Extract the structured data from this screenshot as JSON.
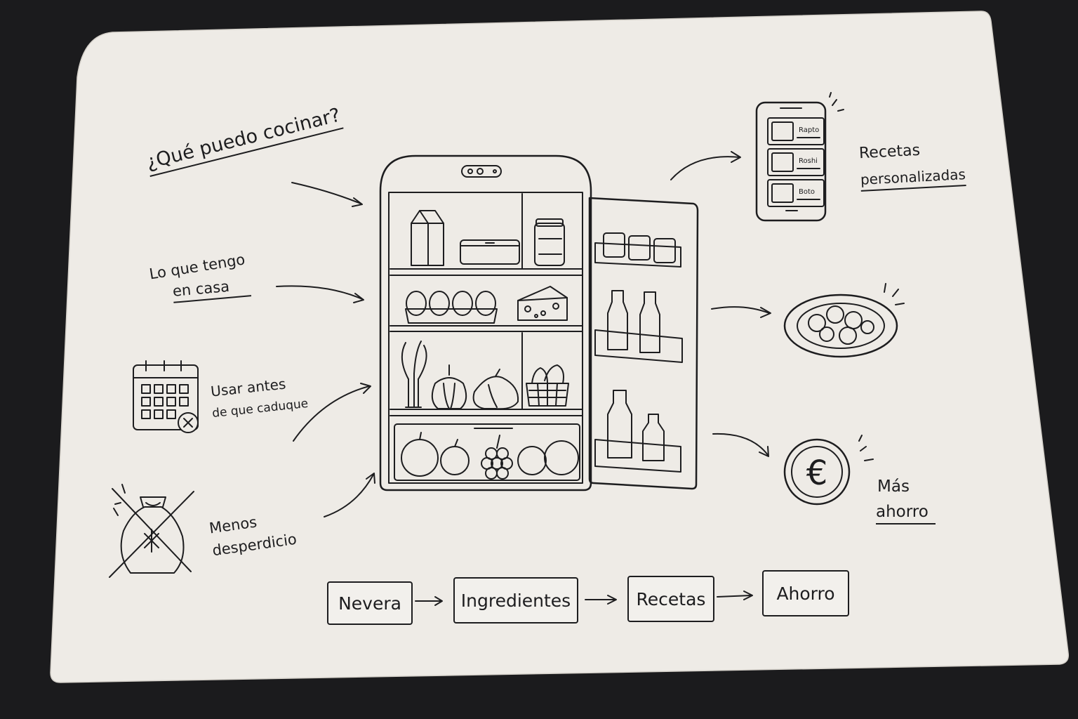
{
  "labels": {
    "que_puedo": "¿Qué puedo cocinar?",
    "lo_que_1": "Lo que tengo",
    "lo_que_2": "en casa",
    "usar_1": "Usar antes",
    "usar_2": "de que caduque",
    "menos_1": "Menos",
    "menos_2": "desperdicio",
    "recetas_1": "Recetas",
    "recetas_2": "personalizadas",
    "mas_1": "Más",
    "mas_2": "ahorro"
  },
  "flow": [
    "Nevera",
    "Ingredientes",
    "Recetas",
    "Ahorro"
  ],
  "phone": {
    "rows": [
      "Rapto",
      "Roshi",
      "Boto"
    ]
  },
  "icons": {
    "calendar": "calendar-expired-icon",
    "waste": "crossed-out-trash-bag-icon",
    "phone": "recipe-app-phone-icon",
    "plate": "cooked-dish-icon",
    "coin": "euro-coin-icon",
    "euro_symbol": "€"
  },
  "colors": {
    "paper": "#eeebe6",
    "ink": "#1d1d1f",
    "background": "#1b1b1d"
  }
}
